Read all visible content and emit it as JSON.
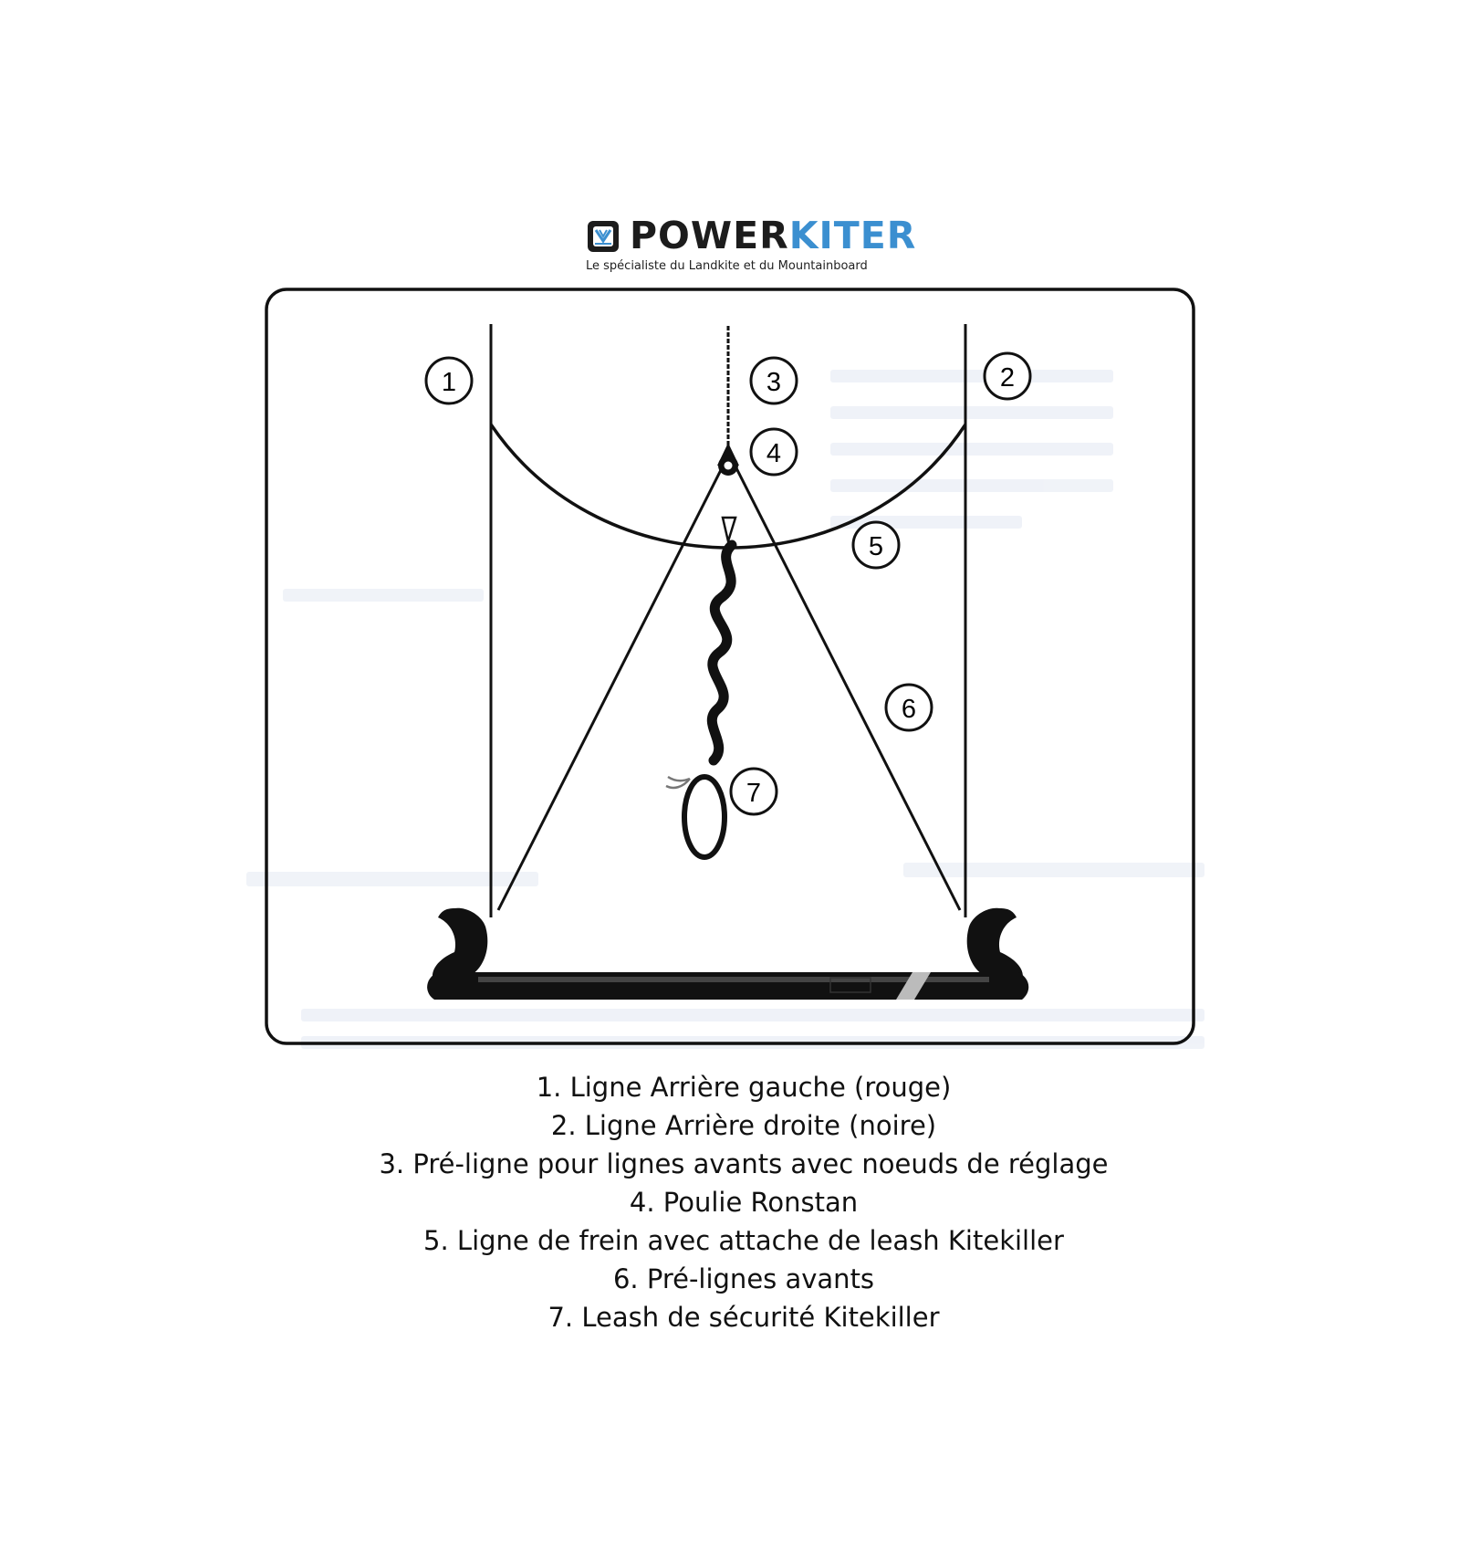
{
  "brand": {
    "name_part1": "POWER",
    "name_part2": "KITER",
    "tagline": "Le spécialiste du Landkite et du Mountainboard",
    "accent_color": "#3b8fd0",
    "dark_color": "#1c1c1c",
    "icon": "kite-logo-icon"
  },
  "diagram": {
    "callouts": [
      {
        "id": "1",
        "label": "1"
      },
      {
        "id": "2",
        "label": "2"
      },
      {
        "id": "3",
        "label": "3"
      },
      {
        "id": "4",
        "label": "4"
      },
      {
        "id": "5",
        "label": "5"
      },
      {
        "id": "6",
        "label": "6"
      },
      {
        "id": "7",
        "label": "7"
      }
    ]
  },
  "legend": {
    "items": [
      "1. Ligne Arrière gauche (rouge)",
      "2. Ligne Arrière droite (noire)",
      "3. Pré-ligne pour lignes avants avec noeuds de réglage",
      "4. Poulie Ronstan",
      "5. Ligne de frein avec attache de leash Kitekiller",
      "6. Pré-lignes avants",
      "7. Leash de sécurité Kitekiller"
    ]
  }
}
